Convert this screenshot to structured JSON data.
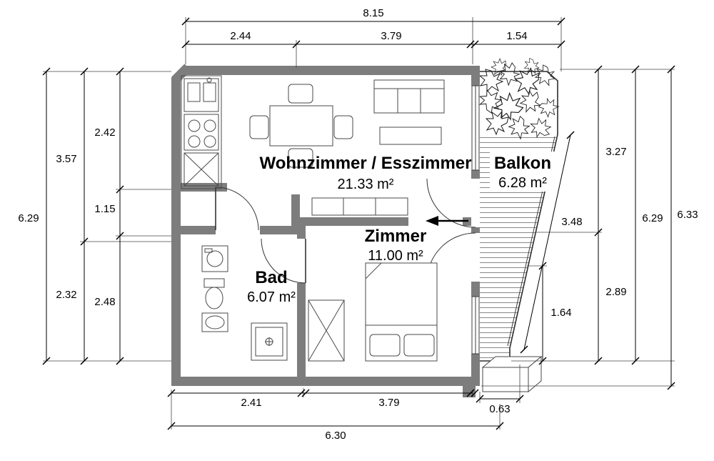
{
  "plan": {
    "rooms": {
      "living": {
        "name": "Wohnzimmer / Esszimmer",
        "area": "21.33 m²"
      },
      "balcony": {
        "name": "Balkon",
        "area": "6.28 m²"
      },
      "bedroom": {
        "name": "Zimmer",
        "area": "11.00 m²"
      },
      "bath": {
        "name": "Bad",
        "area": "6.07 m²"
      }
    },
    "dimensions": {
      "top": {
        "total": "8.15",
        "segments": [
          "2.44",
          "3.79",
          "1.54"
        ]
      },
      "left": {
        "total": "6.29",
        "mid": [
          "3.57",
          "2.32"
        ],
        "inner": [
          "2.42",
          "1.15",
          "2.48"
        ]
      },
      "right": {
        "balcony_depth": "1.64",
        "segments": [
          "3.27",
          "2.89"
        ],
        "balcony_diagonal": "3.48",
        "total_inner": "6.29",
        "total_outer": "6.33"
      },
      "bottom": {
        "segments": [
          "2.41",
          "3.79",
          "0.63"
        ],
        "total": "6.30"
      }
    },
    "colors": {
      "wall": "#7d7d7d",
      "line": "#000000",
      "background": "#ffffff"
    }
  }
}
